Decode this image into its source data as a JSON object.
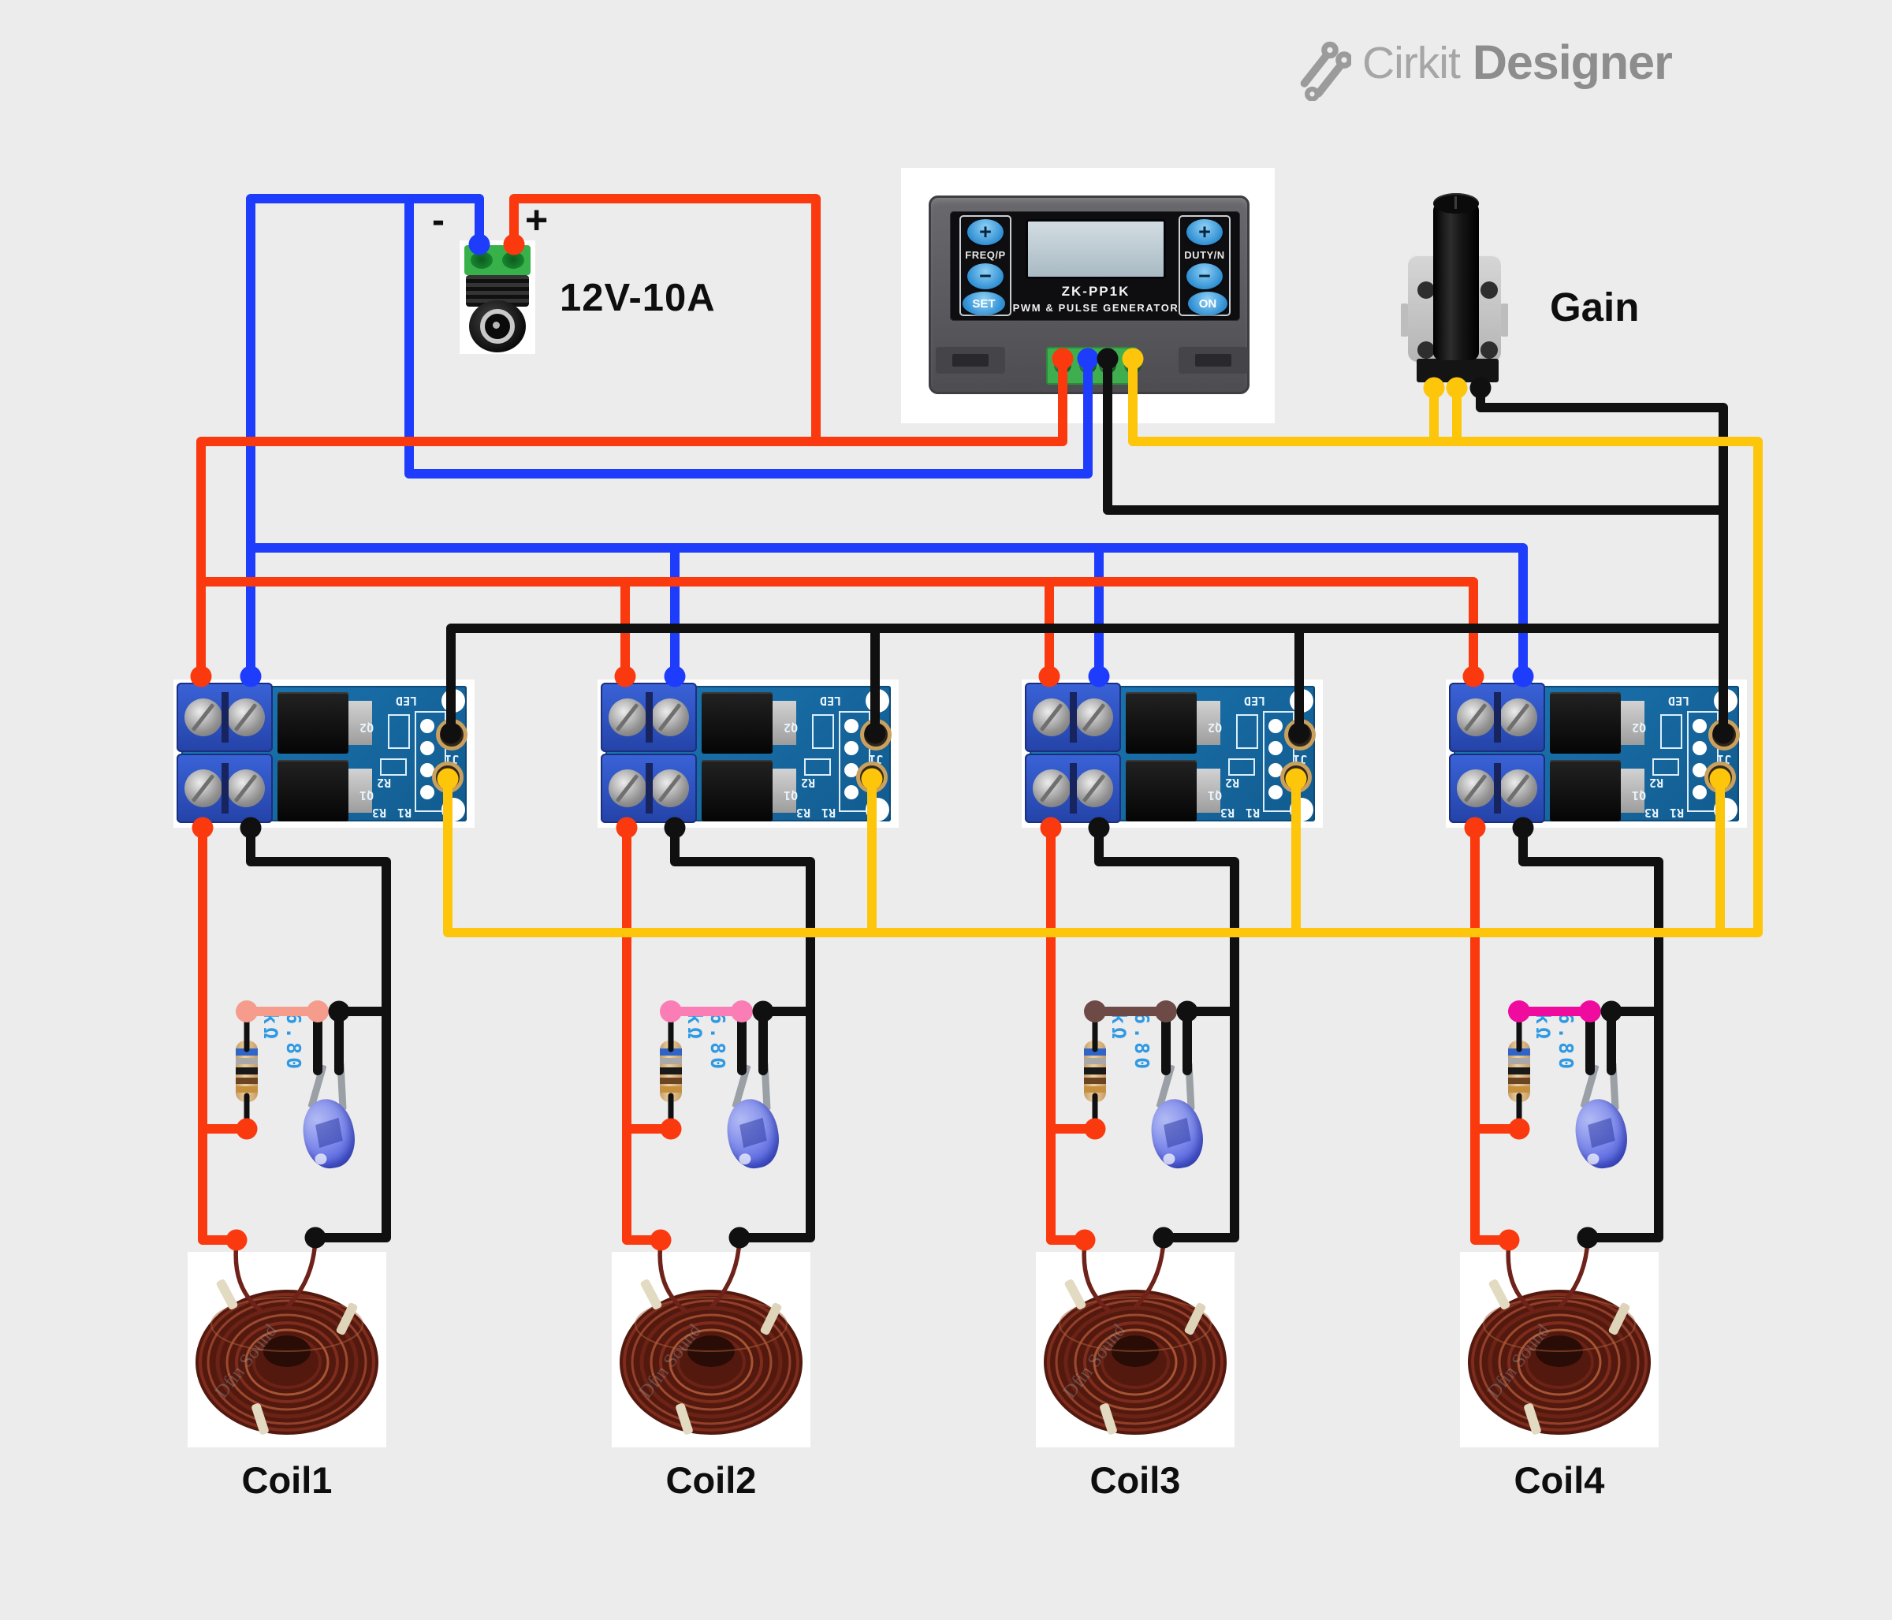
{
  "logo": {
    "brand_light": "Cirkit",
    "brand_bold": "Designer"
  },
  "power_supply": {
    "label": "12V-10A",
    "minus": "-",
    "plus": "+"
  },
  "pwm_generator": {
    "model": "ZK-PP1K",
    "title": "PWM & PULSE GENERATOR",
    "freq_label": "FREQ/P",
    "duty_label": "DUTY/N",
    "set_label": "SET",
    "on_label": "ON",
    "plus": "+",
    "minus": "−"
  },
  "potentiometer": {
    "label": "Gain"
  },
  "mosfet_board": {
    "silkscreen": {
      "led": "LED",
      "q2": "Q2",
      "q1": "Q1",
      "r2": "R2",
      "r3": "R3",
      "r1": "R1",
      "j1": "J1"
    }
  },
  "channels": [
    {
      "resistor_value": "6.80 kΩ",
      "coil_label": "Coil1",
      "jumper_color": "#f59c8c"
    },
    {
      "resistor_value": "6.80 kΩ",
      "coil_label": "Coil2",
      "jumper_color": "#fb7db6"
    },
    {
      "resistor_value": "6.80 kΩ",
      "coil_label": "Coil3",
      "jumper_color": "#6d4a45"
    },
    {
      "resistor_value": "6.80 kΩ",
      "coil_label": "Coil4",
      "jumper_color": "#ef0b9d"
    }
  ],
  "wire_colors": {
    "red": "#fa390f",
    "blue": "#1e3cfc",
    "black": "#101010",
    "yellow": "#fdc60b",
    "coil_lead": "#6e221a"
  },
  "watermark": "Dfin Sound"
}
